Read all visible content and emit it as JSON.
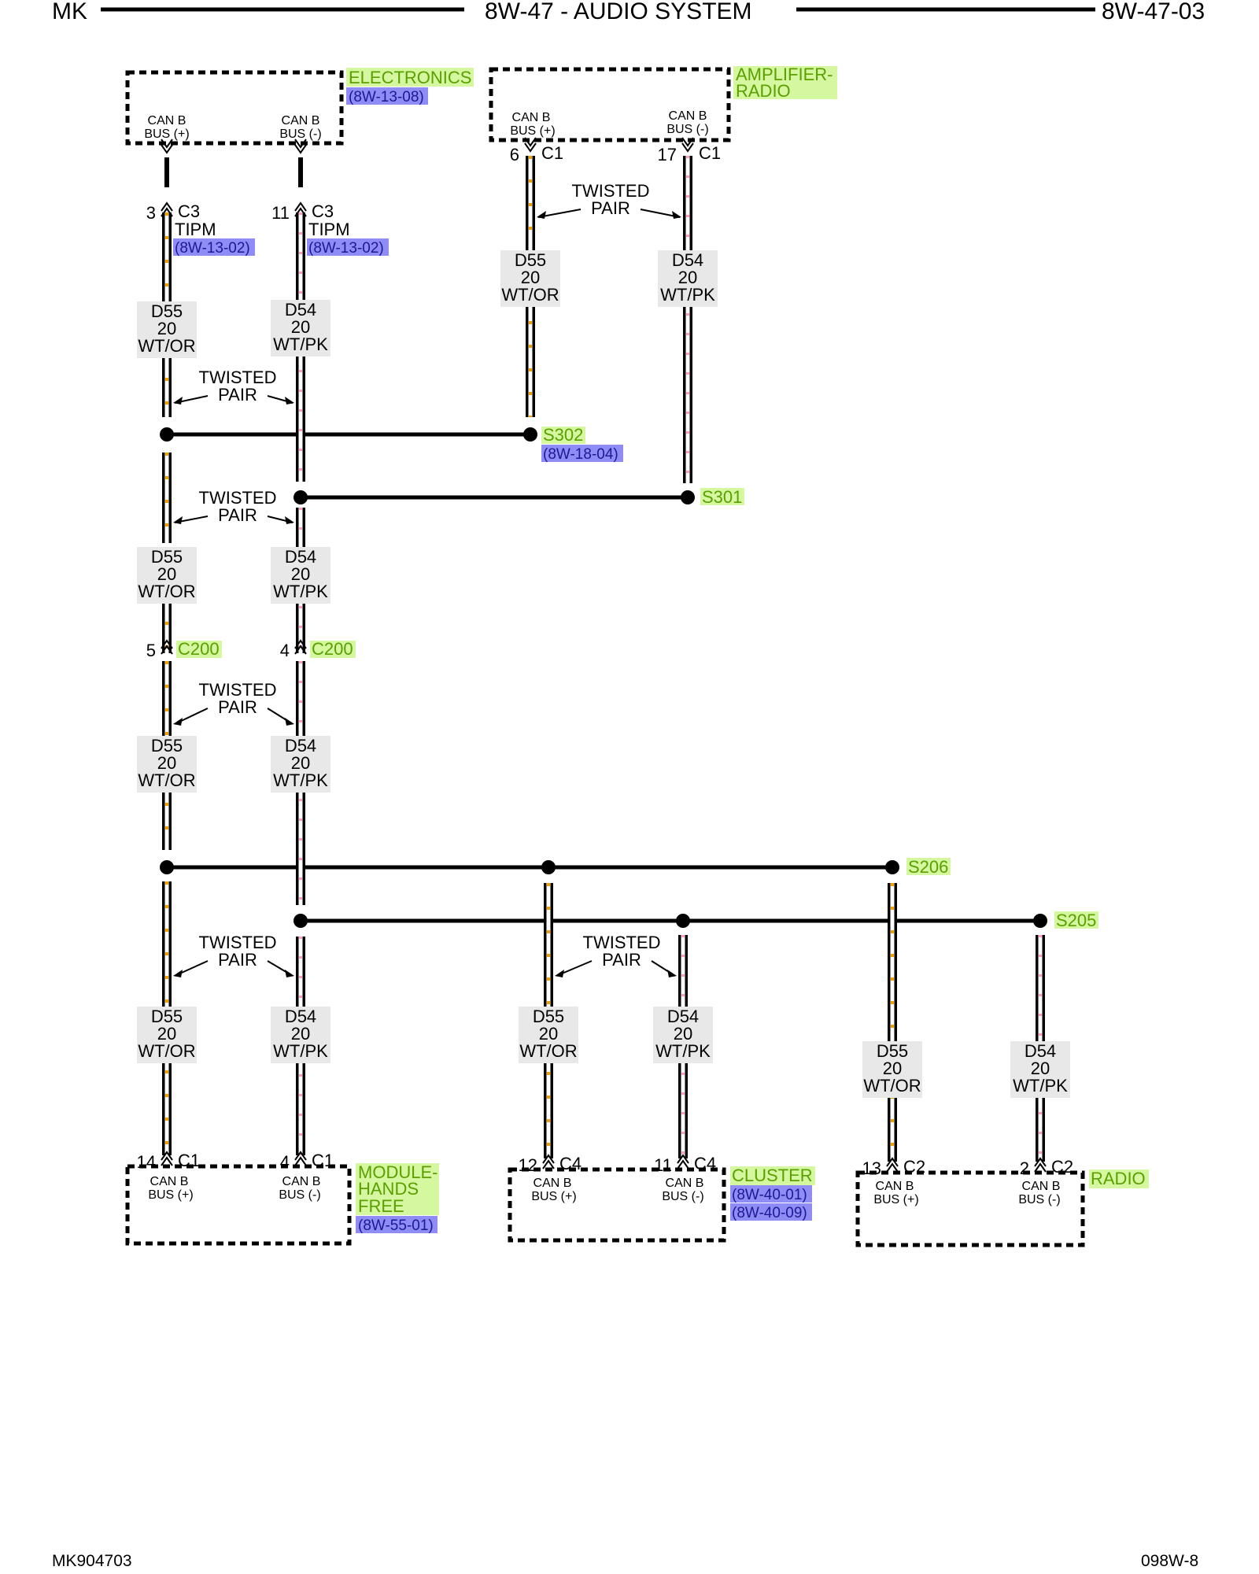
{
  "header": {
    "left": "MK",
    "title": "8W-47 - AUDIO SYSTEM",
    "right": "8W-47-03"
  },
  "footer": {
    "left": "MK904703",
    "right": "098W-8"
  },
  "colors": {
    "module_label_bg": "#d4f7a0",
    "module_label_text": "#5aa000",
    "ref_bg": "#8f8cf5",
    "ref_text": "#1a1a99",
    "wire_label_bg": "#e8e8e8",
    "tracer_orange": "#f0a000",
    "tracer_pink": "#ff9fc4"
  },
  "modules": {
    "electronics": {
      "name": "ELECTRONICS",
      "ref": "(8W-13-08)",
      "pin_left": [
        "CAN B",
        "BUS (+)"
      ],
      "pin_right": [
        "CAN B",
        "BUS (-)"
      ]
    },
    "amplifier": {
      "name": [
        "AMPLIFIER-",
        "RADIO"
      ],
      "pin_left": [
        "CAN B",
        "BUS (+)"
      ],
      "pin_right": [
        "CAN B",
        "BUS (-)"
      ]
    },
    "hands_free": {
      "name": [
        "MODULE-",
        "HANDS",
        "FREE"
      ],
      "ref": "(8W-55-01)",
      "pin_left": [
        "CAN B",
        "BUS (+)"
      ],
      "pin_right": [
        "CAN B",
        "BUS (-)"
      ]
    },
    "cluster": {
      "name": "CLUSTER",
      "refs": [
        "(8W-40-01)",
        "(8W-40-09)"
      ],
      "pin_left": [
        "CAN B",
        "BUS (+)"
      ],
      "pin_right": [
        "CAN B",
        "BUS (-)"
      ]
    },
    "radio": {
      "name": "RADIO",
      "pin_left": [
        "CAN B",
        "BUS (+)"
      ],
      "pin_right": [
        "CAN B",
        "BUS (-)"
      ]
    }
  },
  "connectors": {
    "elec_c3_left": {
      "pin": "3",
      "name": "C3",
      "sub": "TIPM",
      "ref": "(8W-13-02)"
    },
    "elec_c3_right": {
      "pin": "11",
      "name": "C3",
      "sub": "TIPM",
      "ref": "(8W-13-02)"
    },
    "amp_c1_left": {
      "pin": "6",
      "name": "C1"
    },
    "amp_c1_right": {
      "pin": "17",
      "name": "C1"
    },
    "c200_left": {
      "pin": "5",
      "name": "C200"
    },
    "c200_right": {
      "pin": "4",
      "name": "C200"
    },
    "hf_c1_left": {
      "pin": "14",
      "name": "C1"
    },
    "hf_c1_right": {
      "pin": "4",
      "name": "C1"
    },
    "cl_c4_left": {
      "pin": "12",
      "name": "C4"
    },
    "cl_c4_right": {
      "pin": "11",
      "name": "C4"
    },
    "rad_c2_left": {
      "pin": "13",
      "name": "C2"
    },
    "rad_c2_right": {
      "pin": "2",
      "name": "C2"
    }
  },
  "splices": {
    "s302": {
      "name": "S302",
      "ref": "(8W-18-04)"
    },
    "s301": {
      "name": "S301"
    },
    "s206": {
      "name": "S206"
    },
    "s205": {
      "name": "S205"
    }
  },
  "wires": {
    "d55": {
      "circuit": "D55",
      "gauge": "20",
      "color": "WT/OR"
    },
    "d54": {
      "circuit": "D54",
      "gauge": "20",
      "color": "WT/PK"
    }
  },
  "twisted_pair": {
    "line1": "TWISTED",
    "line2": "PAIR"
  }
}
